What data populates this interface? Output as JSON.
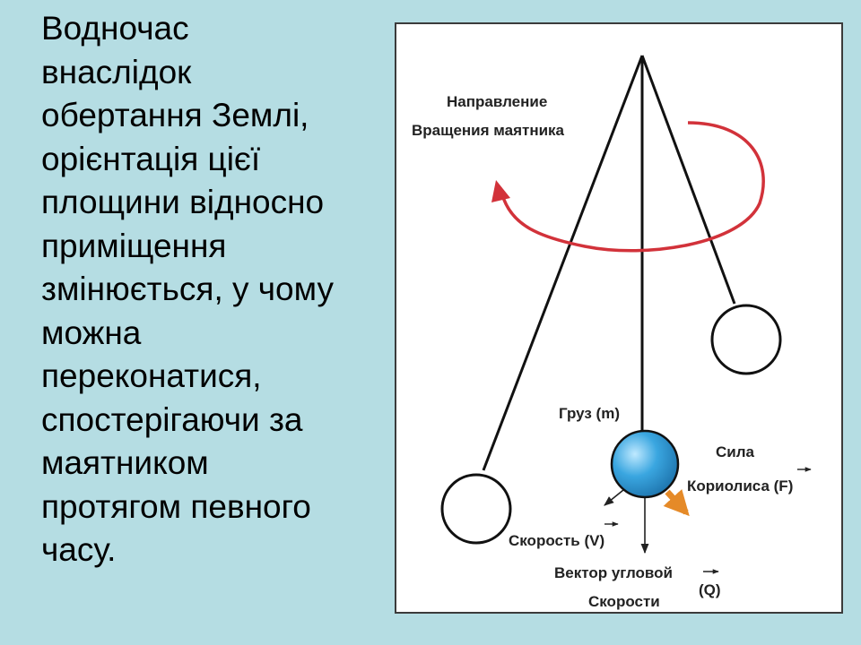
{
  "text": {
    "lines": [
      "Водночас",
      "внаслідок",
      "обертання Землі,",
      "орієнтація цієї",
      "площини відносно",
      "приміщення",
      "змінюється, у чому",
      "можна",
      "переконатися,",
      "спостерігаючи за",
      "маятником",
      "протягом певного",
      "часу."
    ]
  },
  "diagram": {
    "label_direction_1": "Направление",
    "label_direction_2": "Вращения маятника",
    "label_mass": "Груз (m)",
    "label_force_1": "Сила",
    "label_force_2": "Кориолиса (F)",
    "label_velocity": "Скорость (V)",
    "label_angular_1": "Вектор угловой",
    "label_angular_2": "Скорости",
    "label_angular_q": "(Q)"
  },
  "colors": {
    "background": "#b5dde3",
    "rotation_arrow": "#d2323a",
    "bob": "#3aa6e0",
    "force_arrow": "#e58a28"
  }
}
